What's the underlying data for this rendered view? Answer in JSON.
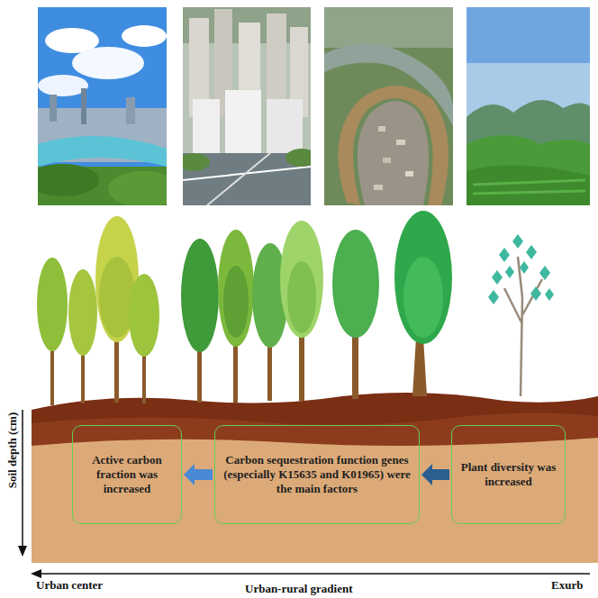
{
  "diagram": {
    "nodes": [
      {
        "text": [
          "Active carbon fraction was increased"
        ]
      },
      {
        "text": [
          "Carbon sequestration function genes (especially K15635 and K01965) were the main factors"
        ]
      },
      {
        "text": [
          "Plant diversity was increased"
        ]
      }
    ],
    "edges": [
      {
        "from": 2,
        "to": 1,
        "arrow": "to"
      },
      {
        "from": 1,
        "to": 0,
        "arrow": "to"
      }
    ],
    "labels": [
      "Soil depth (cm)",
      "Urban center",
      "Exurb",
      "Urban-rural gradient"
    ]
  }
}
